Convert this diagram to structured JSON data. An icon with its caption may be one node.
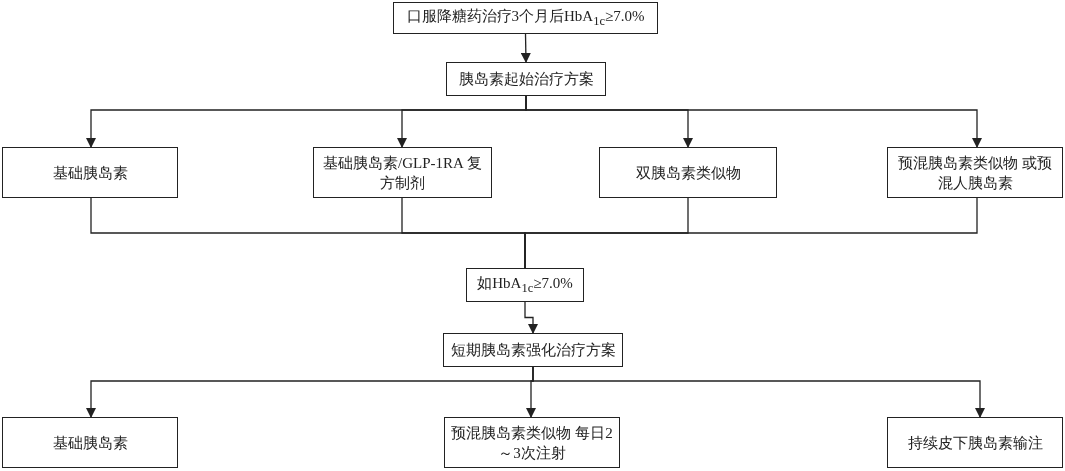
{
  "diagram": {
    "nodes": [
      {
        "text": [
          "口服降糖药治疗3个月后HbA$_{1c}$≥7.0%"
        ]
      },
      {
        "text": [
          "胰岛素起始治疗方案"
        ]
      },
      {
        "text": [
          "基础胰岛素"
        ]
      },
      {
        "text": [
          "基础胰岛素/GLP-1RA 复方制剂"
        ]
      },
      {
        "text": [
          "双胰岛素类似物"
        ]
      },
      {
        "text": [
          "预混胰岛素类似物 或预混人胰岛素"
        ]
      },
      {
        "text": [
          "如HbA$_{1c}$≥7.0%"
        ]
      },
      {
        "text": [
          "短期胰岛素强化治疗方案"
        ]
      },
      {
        "text": [
          "基础胰岛素"
        ]
      },
      {
        "text": [
          "预混胰岛素类似物 每日2～3次注射"
        ]
      },
      {
        "text": [
          "持续皮下胰岛素输注"
        ]
      }
    ],
    "edges": [
      {
        "from": 0,
        "to": 1,
        "arrow": "to"
      },
      {
        "from": 1,
        "to": 2,
        "arrow": "to"
      },
      {
        "from": 1,
        "to": 3,
        "arrow": "to"
      },
      {
        "from": 1,
        "to": 4,
        "arrow": "to"
      },
      {
        "from": 1,
        "to": 5,
        "arrow": "to"
      },
      {
        "from": 2,
        "to": 6,
        "arrow": "none"
      },
      {
        "from": 3,
        "to": 6,
        "arrow": "none"
      },
      {
        "from": 4,
        "to": 6,
        "arrow": "none"
      },
      {
        "from": 5,
        "to": 6,
        "arrow": "none"
      },
      {
        "from": 6,
        "to": 7,
        "arrow": "to"
      },
      {
        "from": 7,
        "to": 8,
        "arrow": "to"
      },
      {
        "from": 7,
        "to": 9,
        "arrow": "to"
      },
      {
        "from": 7,
        "to": 10,
        "arrow": "to"
      }
    ]
  }
}
